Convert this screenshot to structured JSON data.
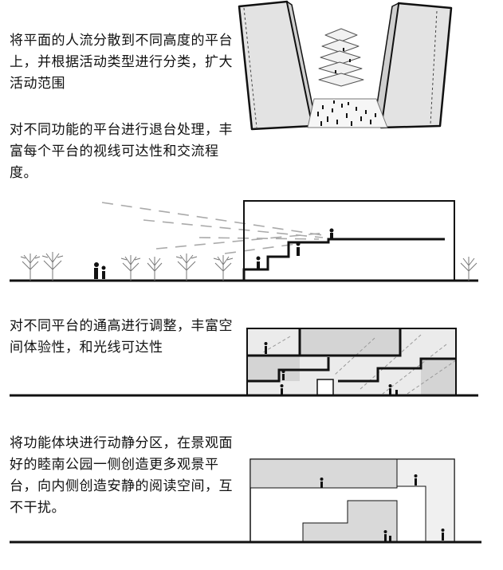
{
  "texts": {
    "para1": "将平面的人流分散到不同高度的平台上，并根据活动类型进行分类，扩大活动范围",
    "para2": "对不同功能的平台进行退台处理，丰富每个平台的视线可达性和交流程度。",
    "para3": "对不同平台的通高进行调整，丰富空间体验性，和光线可达性",
    "para4": "将功能体块进行动静分区，在景观面好的睦南公园一侧创造更多观景平台，向内侧创造安静的阅读空间，互不干扰。"
  },
  "colors": {
    "ink": "#111111",
    "fill_gray": "#d9d9d9",
    "fill_light": "#ebebeb",
    "dash": "#aaaaaa"
  }
}
